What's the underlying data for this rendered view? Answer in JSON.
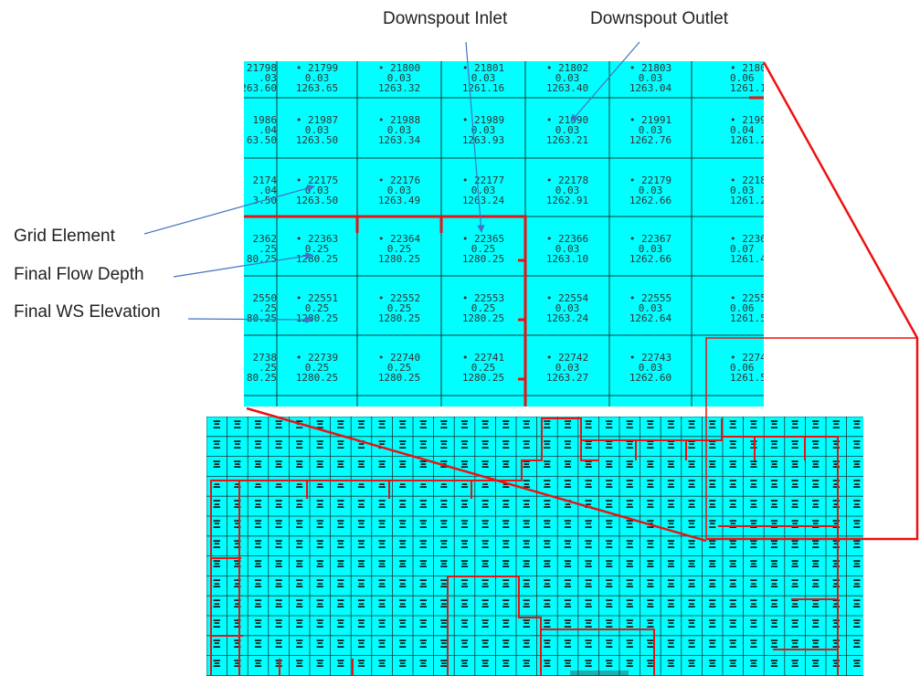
{
  "labels": {
    "downspout_inlet": "Downspout Inlet",
    "downspout_outlet": "Downspout Outlet",
    "grid_element": "Grid Element",
    "final_flow_depth": "Final Flow Depth",
    "final_ws_elevation": "Final WS Elevation"
  },
  "zoom_grid": {
    "rows": [
      {
        "cells": [
          {
            "id": "21798",
            "depth": ".03",
            "elev": "263.60",
            "partial": true
          },
          {
            "id": "21799",
            "depth": "0.03",
            "elev": "1263.65"
          },
          {
            "id": "21800",
            "depth": "0.03",
            "elev": "1263.32"
          },
          {
            "id": "21801",
            "depth": "0.03",
            "elev": "1261.16"
          },
          {
            "id": "21802",
            "depth": "0.03",
            "elev": "1263.40"
          },
          {
            "id": "21803",
            "depth": "0.03",
            "elev": "1263.04"
          },
          {
            "id": "2180",
            "depth": "0.06",
            "elev": "1261.1",
            "partial": true
          }
        ]
      },
      {
        "cells": [
          {
            "id": "1986",
            "depth": ".04",
            "elev": "63.50",
            "partial": true
          },
          {
            "id": "21987",
            "depth": "0.03",
            "elev": "1263.50"
          },
          {
            "id": "21988",
            "depth": "0.03",
            "elev": "1263.34"
          },
          {
            "id": "21989",
            "depth": "0.03",
            "elev": "1263.93"
          },
          {
            "id": "21990",
            "depth": "0.03",
            "elev": "1263.21"
          },
          {
            "id": "21991",
            "depth": "0.03",
            "elev": "1262.76"
          },
          {
            "id": "2199",
            "depth": "0.04",
            "elev": "1261.2",
            "partial": true
          }
        ]
      },
      {
        "cells": [
          {
            "id": "2174",
            "depth": ".04",
            "elev": "3.50",
            "partial": true
          },
          {
            "id": "22175",
            "depth": "0.03",
            "elev": "1263.50"
          },
          {
            "id": "22176",
            "depth": "0.03",
            "elev": "1263.49"
          },
          {
            "id": "22177",
            "depth": "0.03",
            "elev": "1263.24"
          },
          {
            "id": "22178",
            "depth": "0.03",
            "elev": "1262.91"
          },
          {
            "id": "22179",
            "depth": "0.03",
            "elev": "1262.66"
          },
          {
            "id": "2218",
            "depth": "0.03",
            "elev": "1261.2",
            "partial": true
          }
        ]
      },
      {
        "cells": [
          {
            "id": "2362",
            "depth": ".25",
            "elev": "80.25",
            "partial": true
          },
          {
            "id": "22363",
            "depth": "0.25",
            "elev": "1280.25"
          },
          {
            "id": "22364",
            "depth": "0.25",
            "elev": "1280.25"
          },
          {
            "id": "22365",
            "depth": "0.25",
            "elev": "1280.25"
          },
          {
            "id": "22366",
            "depth": "0.03",
            "elev": "1263.10"
          },
          {
            "id": "22367",
            "depth": "0.03",
            "elev": "1262.66"
          },
          {
            "id": "2236",
            "depth": "0.07",
            "elev": "1261.4",
            "partial": true
          }
        ]
      },
      {
        "cells": [
          {
            "id": "2550",
            "depth": ".25",
            "elev": "80.25",
            "partial": true
          },
          {
            "id": "22551",
            "depth": "0.25",
            "elev": "1280.25"
          },
          {
            "id": "22552",
            "depth": "0.25",
            "elev": "1280.25"
          },
          {
            "id": "22553",
            "depth": "0.25",
            "elev": "1280.25"
          },
          {
            "id": "22554",
            "depth": "0.03",
            "elev": "1263.24"
          },
          {
            "id": "22555",
            "depth": "0.03",
            "elev": "1262.64"
          },
          {
            "id": "2255",
            "depth": "0.06",
            "elev": "1261.5",
            "partial": true
          }
        ]
      },
      {
        "cells": [
          {
            "id": "2738",
            "depth": ".25",
            "elev": "80.25",
            "partial": true
          },
          {
            "id": "22739",
            "depth": "0.25",
            "elev": "1280.25"
          },
          {
            "id": "22740",
            "depth": "0.25",
            "elev": "1280.25"
          },
          {
            "id": "22741",
            "depth": "0.25",
            "elev": "1280.25"
          },
          {
            "id": "22742",
            "depth": "0.03",
            "elev": "1263.27"
          },
          {
            "id": "22743",
            "depth": "0.03",
            "elev": "1262.60"
          },
          {
            "id": "2274",
            "depth": "0.06",
            "elev": "1261.5",
            "partial": true
          }
        ]
      }
    ]
  },
  "colors": {
    "grid_fill": "#00ffff",
    "grid_line": "#1a3a3a",
    "barrier": "#ee1111",
    "arrow": "#4472c4",
    "label_text": "#222222",
    "outlet_cell": "#1ab0b0"
  }
}
